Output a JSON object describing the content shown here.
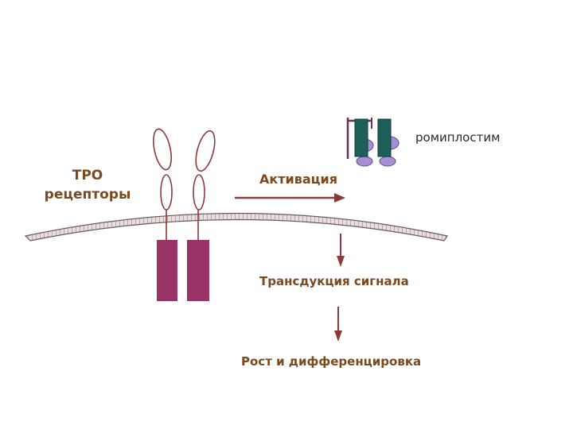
{
  "labels": {
    "tpo_receptors_line1": "TPO",
    "tpo_receptors_line2": "рецепторы",
    "activation": "Активация",
    "romiplostim": "ромиплостим",
    "signal_transduction": "Трансдукция сигнала",
    "growth_differentiation": "Рост и дифференцировка"
  },
  "colors": {
    "text_brown": "#7a4a1e",
    "arrow": "#8b3a3a",
    "receptor_domain": "#993366",
    "receptor_outline": "#8b3a3a",
    "membrane_fill": "#d9c6c6",
    "membrane_line": "#6b5a5a",
    "romiplostim_peptide": "#1f5f5a",
    "romiplostim_fc": "#a78fd6",
    "romiplostim_bracket": "#6b3060"
  }
}
